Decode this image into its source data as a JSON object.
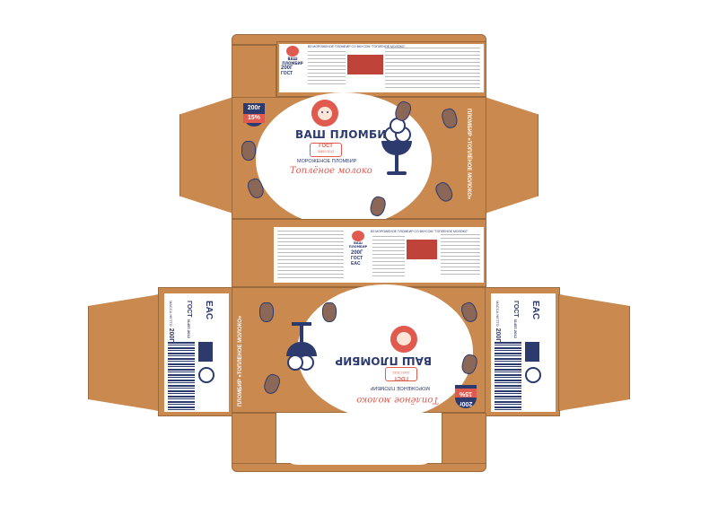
{
  "brand": {
    "name": "ВАШ ПЛОМБИР",
    "gost": "ГОСТ",
    "gost_code": "31457-2012",
    "product": "МОРОЖЕНОЕ ПЛОМБИР",
    "flavor": "Топлёное молоко"
  },
  "weight_badge": {
    "weight": "200г",
    "fat": "15%"
  },
  "side_band": "ПЛОМБИР «ТОПЛЁНОЕ МОЛОКО»",
  "label_header": "ВЗ МОРОЖЕНОЕ ПЛОМБИР СО ВКУСОМ \"ТОПЛЕНОЕ МОЛОКО\"",
  "mass_label": "МАССА НЕТТО",
  "mass_value": "200Г",
  "end_gost": "ГОСТ",
  "end_gost_code": "31457-2012",
  "eac": "EAC",
  "colors": {
    "cardboard": "#c9894f",
    "navy": "#2d3a6e",
    "coral": "#e05a4f",
    "white": "#ffffff"
  }
}
